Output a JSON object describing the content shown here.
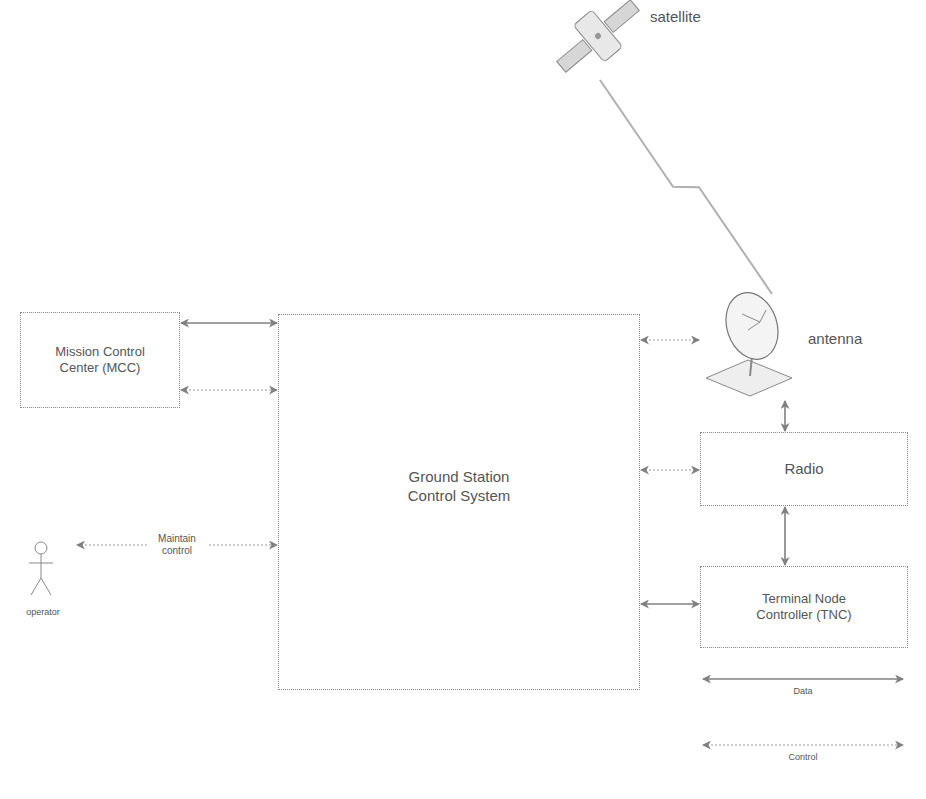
{
  "diagram": {
    "nodes": [
      {
        "text": [
          "satellite"
        ]
      },
      {
        "text": [
          "Mission Control Center (MCC)"
        ]
      },
      {
        "text": [
          "Ground Station Control System"
        ]
      },
      {
        "text": [
          "antenna"
        ]
      },
      {
        "text": [
          "Radio"
        ]
      },
      {
        "text": [
          "operator"
        ]
      },
      {
        "text": [
          "Terminal Node Controller (TNC)"
        ]
      }
    ],
    "edges": [
      {
        "from": 1,
        "to": 2,
        "arrow": "both"
      },
      {
        "from": 1,
        "to": 2,
        "arrow": "both"
      },
      {
        "from": 5,
        "to": 2,
        "label": "Maintain control",
        "arrow": "both"
      },
      {
        "from": 2,
        "to": 3,
        "arrow": "both"
      },
      {
        "from": 2,
        "to": 4,
        "arrow": "both"
      },
      {
        "from": 2,
        "to": 6,
        "arrow": "both"
      },
      {
        "from": 3,
        "to": 4,
        "arrow": "both"
      },
      {
        "from": 4,
        "to": 6,
        "arrow": "both"
      },
      {
        "from": 0,
        "to": 3,
        "arrow": "none"
      }
    ],
    "legend": [
      {
        "text": "Data"
      },
      {
        "text": "Control"
      }
    ]
  }
}
